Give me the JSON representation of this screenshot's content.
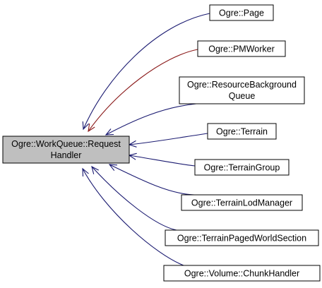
{
  "main_node": {
    "lines": [
      "Ogre::WorkQueue::Request",
      "Handler"
    ]
  },
  "derived": [
    {
      "lines": [
        "Ogre::Page"
      ],
      "edge_color": "#191970"
    },
    {
      "lines": [
        "Ogre::PMWorker"
      ],
      "edge_color": "#8b1a1a"
    },
    {
      "lines": [
        "Ogre::ResourceBackground",
        "Queue"
      ],
      "edge_color": "#191970"
    },
    {
      "lines": [
        "Ogre::Terrain"
      ],
      "edge_color": "#191970"
    },
    {
      "lines": [
        "Ogre::TerrainGroup"
      ],
      "edge_color": "#191970"
    },
    {
      "lines": [
        "Ogre::TerrainLodManager"
      ],
      "edge_color": "#191970"
    },
    {
      "lines": [
        "Ogre::TerrainPagedWorldSection"
      ],
      "edge_color": "#191970"
    },
    {
      "lines": [
        "Ogre::Volume::ChunkHandler"
      ],
      "edge_color": "#191970"
    }
  ]
}
